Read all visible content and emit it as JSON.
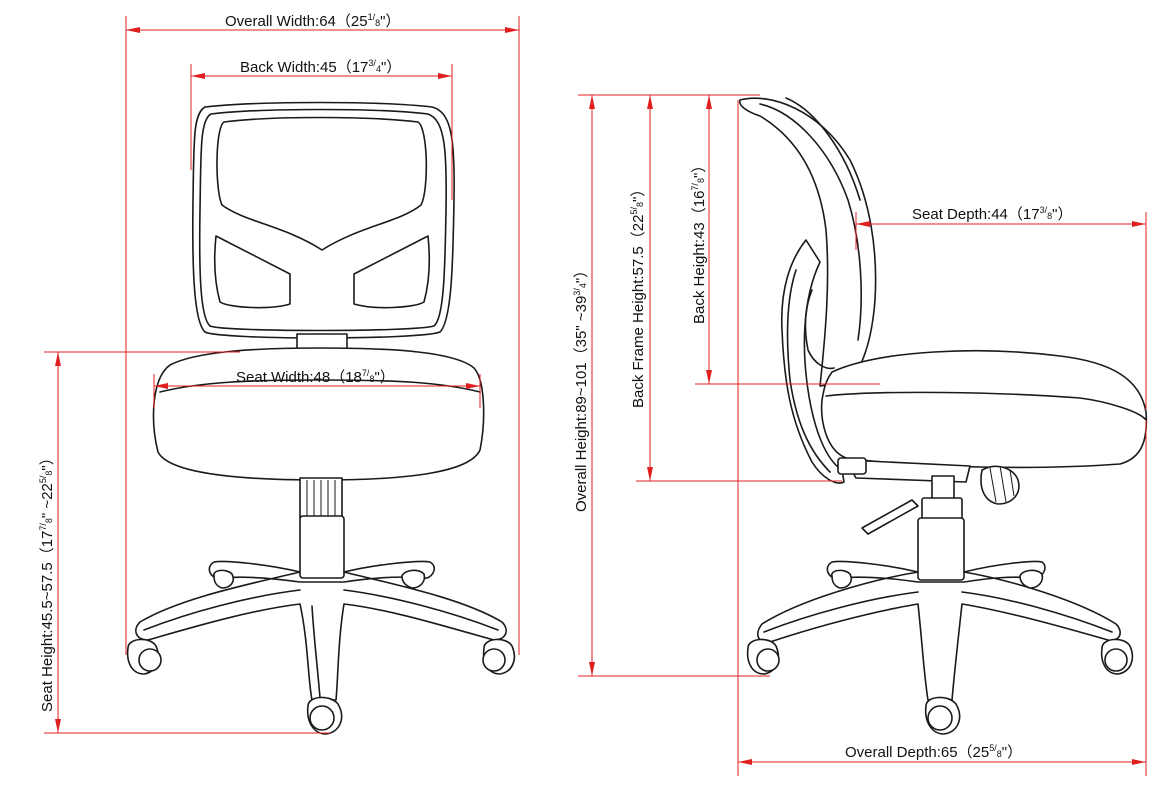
{
  "front_view": {
    "overall_width": {
      "text": "Overall Width:64（25",
      "whole": "",
      "num": "1",
      "den": "8",
      "close": "\"）"
    },
    "back_width": {
      "text": "Back Width:45（17",
      "num": "3",
      "den": "4",
      "close": "\"）"
    },
    "seat_width": {
      "text": "Seat Width:48（18",
      "num": "7",
      "den": "8",
      "close": "\"）"
    },
    "seat_height": {
      "text": "Seat Height:45.5~57.5（17",
      "num1": "7",
      "den1": "8",
      "mid": "\" ~22",
      "num2": "5",
      "den2": "8",
      "close": "\"）"
    }
  },
  "side_view": {
    "overall_height": {
      "text": "Overall Height:89~101（35\" ~39",
      "num": "3",
      "den": "4",
      "close": "\"）"
    },
    "back_frame_height": {
      "text": "Back Frame Height:57.5（22",
      "num": "5",
      "den": "8",
      "close": "\"）"
    },
    "back_height": {
      "text": "Back Height:43（16",
      "num": "7",
      "den": "8",
      "close": "\"）"
    },
    "seat_depth": {
      "text": "Seat Depth:44（17",
      "num": "3",
      "den": "8",
      "close": "\"）"
    },
    "overall_depth": {
      "text": "Overall Depth:65（25",
      "num": "5",
      "den": "8",
      "close": "\"）"
    }
  },
  "colors": {
    "dimension_line": "#e02020",
    "drawing_ink": "#1a1a1a",
    "background": "#ffffff"
  }
}
